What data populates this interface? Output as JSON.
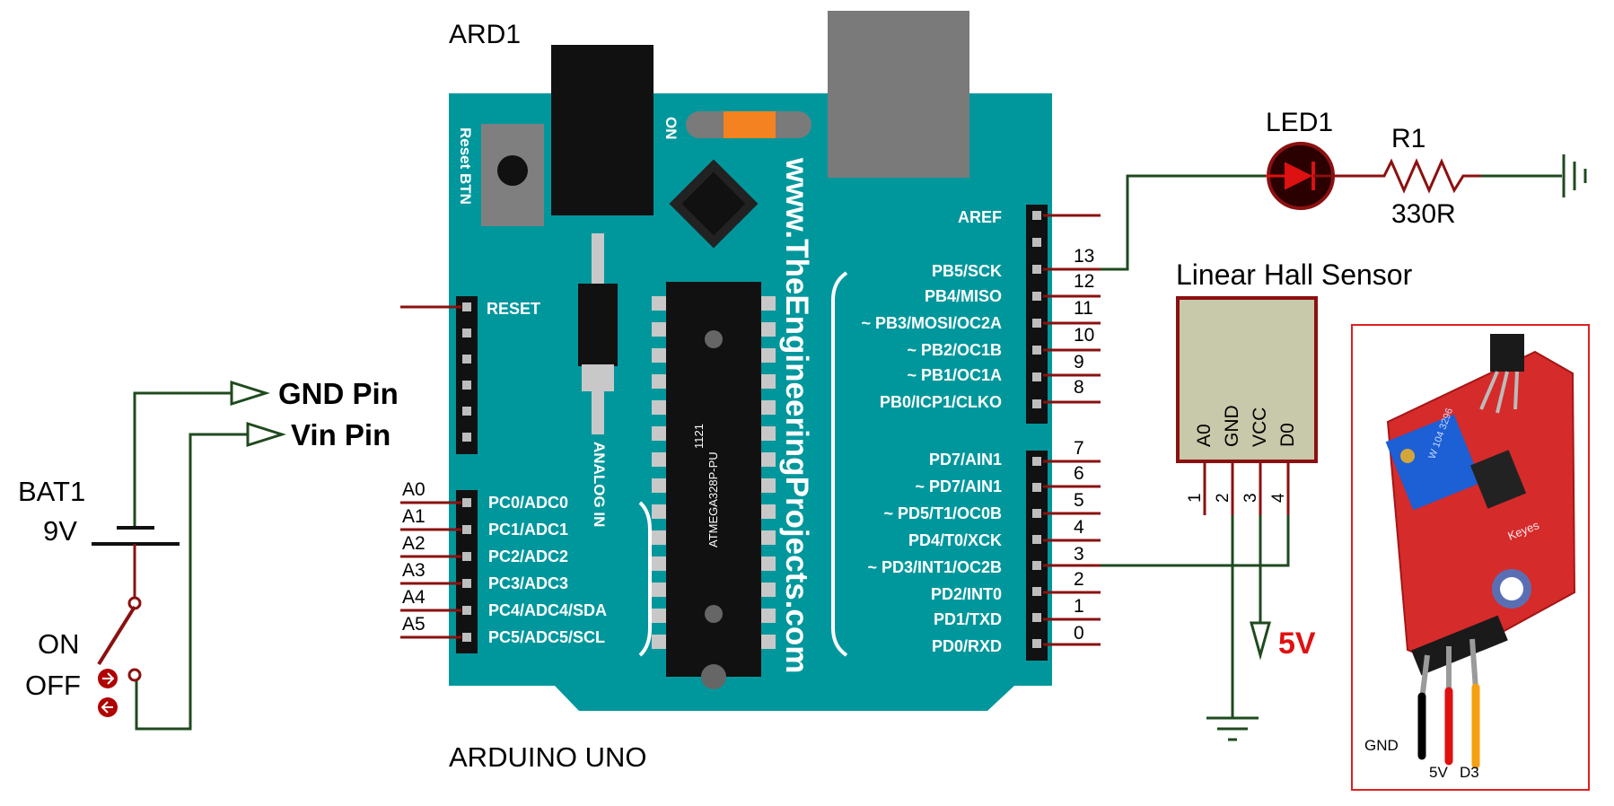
{
  "arduino": {
    "designator": "ARD1",
    "model": "ARDUINO UNO",
    "website": "www.TheEngineeringProjects.com",
    "chip": "ATMEGA328P-PU",
    "chip_code": "1121",
    "reset_label": "Reset BTN",
    "on_label": "ON",
    "analog_in_label": "ANALOG IN",
    "reset_pin": "RESET",
    "aref": "AREF",
    "digital_top": [
      {
        "pin": "PB5/SCK",
        "num": "13"
      },
      {
        "pin": "PB4/MISO",
        "num": "12"
      },
      {
        "pin": "~ PB3/MOSI/OC2A",
        "num": "11"
      },
      {
        "pin": "~ PB2/OC1B",
        "num": "10"
      },
      {
        "pin": "~ PB1/OC1A",
        "num": "9"
      },
      {
        "pin": "PB0/ICP1/CLKO",
        "num": "8"
      }
    ],
    "digital_bottom": [
      {
        "pin": "PD7/AIN1",
        "num": "7"
      },
      {
        "pin": "~ PD7/AIN1",
        "num": "6"
      },
      {
        "pin": "~ PD5/T1/OC0B",
        "num": "5"
      },
      {
        "pin": "PD4/T0/XCK",
        "num": "4"
      },
      {
        "pin": "~ PD3/INT1/OC2B",
        "num": "3"
      },
      {
        "pin": "PD2/INT0",
        "num": "2"
      },
      {
        "pin": "PD1/TXD",
        "num": "1"
      },
      {
        "pin": "PD0/RXD",
        "num": "0"
      }
    ],
    "analog": [
      {
        "pin": "PC0/ADC0",
        "label": "A0"
      },
      {
        "pin": "PC1/ADC1",
        "label": "A1"
      },
      {
        "pin": "PC2/ADC2",
        "label": "A2"
      },
      {
        "pin": "PC3/ADC3",
        "label": "A3"
      },
      {
        "pin": "PC4/ADC4/SDA",
        "label": "A4"
      },
      {
        "pin": "PC5/ADC5/SCL",
        "label": "A5"
      }
    ]
  },
  "battery": {
    "designator": "BAT1",
    "voltage": "9V",
    "on": "ON",
    "off": "OFF"
  },
  "terminals": {
    "gnd": "GND Pin",
    "vin": "Vin Pin"
  },
  "led": {
    "designator": "LED1"
  },
  "resistor": {
    "designator": "R1",
    "value": "330R"
  },
  "sensor": {
    "title": "Linear Hall Sensor",
    "pins": [
      "A0",
      "GND",
      "VCC",
      "D0"
    ],
    "pin_numbers": [
      "1",
      "2",
      "3",
      "4"
    ],
    "supply": "5V"
  },
  "photo": {
    "gnd": "GND",
    "vcc": "5V",
    "data": "D3",
    "board_text": "Keyes",
    "pot_text": "W 104 3296"
  },
  "colors": {
    "board": "#00979c",
    "wire": "#1f4a1f",
    "pin_wire": "#8b1010",
    "supply_text": "#e01010",
    "photo_board": "#d62b2b"
  }
}
